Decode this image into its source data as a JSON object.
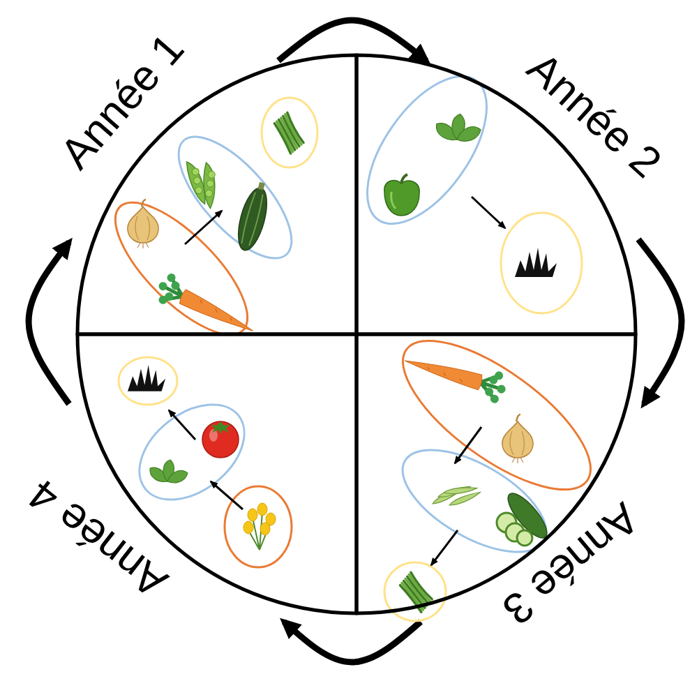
{
  "diagram": {
    "nodes": [
      {
        "text": [
          "Année 1"
        ]
      },
      {
        "text": [
          "Année 2"
        ]
      },
      {
        "text": [
          "Année 3"
        ]
      },
      {
        "text": [
          "Année 4"
        ]
      }
    ],
    "edges": [
      {
        "from": 0,
        "to": 1,
        "arrow": "to"
      },
      {
        "from": 1,
        "to": 2,
        "arrow": "to"
      },
      {
        "from": 2,
        "to": 3,
        "arrow": "to"
      },
      {
        "from": 3,
        "to": 0,
        "arrow": "to"
      }
    ]
  }
}
